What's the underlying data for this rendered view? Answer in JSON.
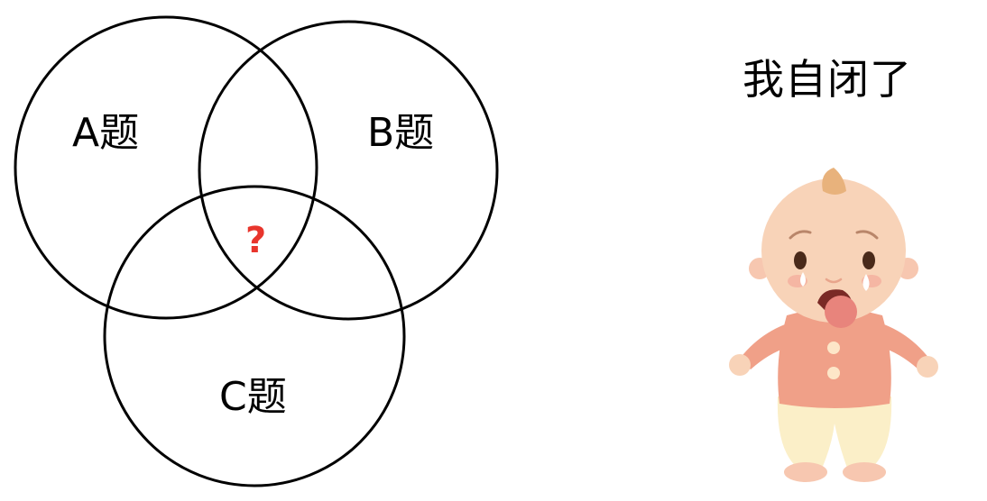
{
  "venn": {
    "sets": [
      {
        "id": "A",
        "label": "A题"
      },
      {
        "id": "B",
        "label": "B题"
      },
      {
        "id": "C",
        "label": "C题"
      }
    ],
    "intersection_label": "?",
    "intersection_color": "#e8352c",
    "stroke_color": "#000000"
  },
  "caption": "我自闭了",
  "illustration": {
    "subject": "crying-baby",
    "skin_color": "#f8d3b8",
    "shirt_color": "#f0a088",
    "pants_color": "#fbefc8",
    "hair_color": "#e8b27c"
  }
}
